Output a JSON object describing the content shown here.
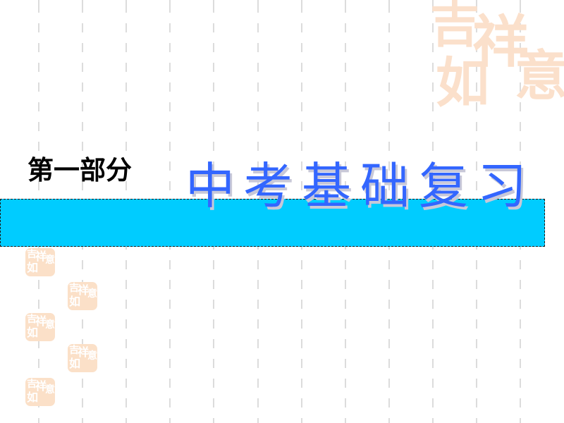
{
  "slide": {
    "part_label": "第一部分",
    "title_chars": [
      "中",
      "考",
      "基",
      "础",
      "复",
      "习"
    ],
    "title": "中考基础复习",
    "decoration": {
      "seal_icon": "seal-stamp-icon",
      "seal_text": [
        "吉",
        "祥",
        "如",
        "意"
      ],
      "big_seal_text": [
        "吉",
        "祥",
        "如",
        "意"
      ]
    }
  },
  "colors": {
    "banner": "#00ccff",
    "title": "#3366ff",
    "part_label": "#000000",
    "seal": "#fbe0c8",
    "grid_line": "#dcdcdc"
  }
}
